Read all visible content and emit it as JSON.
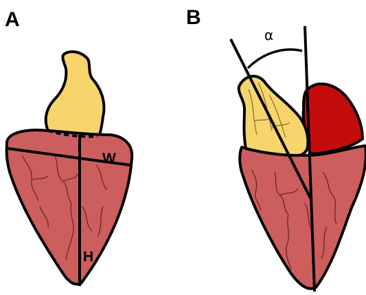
{
  "panels": {
    "a": {
      "label": "A",
      "width_label": "W",
      "height_label": "H"
    },
    "b": {
      "label": "B",
      "angle_label": "α"
    }
  },
  "colors": {
    "ventricle": "#cc5e5e",
    "bulbus": "#f7d56c",
    "atrium": "#c40c0c",
    "outline": "#000000",
    "vessels": "#6a1f1f"
  }
}
